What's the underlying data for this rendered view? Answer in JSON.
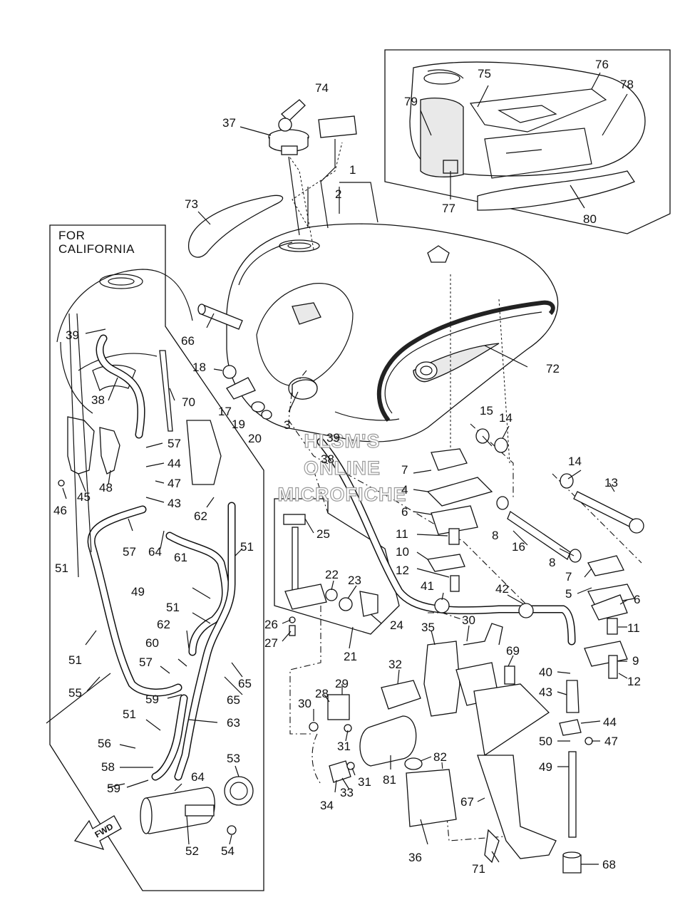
{
  "watermark": {
    "line1": "HLSM'S",
    "line2": "ONLINE",
    "line3": "MICROFICHE"
  },
  "california_box": {
    "title_line1": "FOR",
    "title_line2": "CALIFORNIA"
  },
  "fwd_arrow": {
    "label": "FWD"
  },
  "callouts": {
    "c1": "1",
    "c2": "2",
    "c3": "3",
    "c4": "4",
    "c5": "5",
    "c6a": "6",
    "c6b": "6",
    "c7a": "7",
    "c7b": "7",
    "c8a": "8",
    "c8b": "8",
    "c9": "9",
    "c10": "10",
    "c11a": "11",
    "c11b": "11",
    "c12a": "12",
    "c12b": "12",
    "c13": "13",
    "c14a": "14",
    "c14b": "14",
    "c15": "15",
    "c16": "16",
    "c17": "17",
    "c18": "18",
    "c19": "19",
    "c20": "20",
    "c21": "21",
    "c22": "22",
    "c23": "23",
    "c24": "24",
    "c25": "25",
    "c26": "26",
    "c27": "27",
    "c28": "28",
    "c29": "29",
    "c30a": "30",
    "c30b": "30",
    "c31a": "31",
    "c31b": "31",
    "c32": "32",
    "c33": "33",
    "c34": "34",
    "c35": "35",
    "c36": "36",
    "c37": "37",
    "c38a": "38",
    "c38b": "38",
    "c39a": "39",
    "c39b": "39",
    "c40": "40",
    "c41": "41",
    "c42": "42",
    "c43a": "43",
    "c43b": "43",
    "c44a": "44",
    "c44b": "44",
    "c45": "45",
    "c46": "46",
    "c47a": "47",
    "c47b": "47",
    "c48": "48",
    "c49a": "49",
    "c49b": "49",
    "c50": "50",
    "c51a": "51",
    "c51b": "51",
    "c51c": "51",
    "c51d": "51",
    "c52": "52",
    "c53": "53",
    "c54": "54",
    "c55": "55",
    "c56": "56",
    "c57a": "57",
    "c57b": "57",
    "c57c": "57",
    "c58": "58",
    "c59a": "59",
    "c59b": "59",
    "c60": "60",
    "c61": "61",
    "c62a": "62",
    "c62b": "62",
    "c63": "63",
    "c64a": "64",
    "c64b": "64",
    "c65a": "65",
    "c65b": "65",
    "c66": "66",
    "c67": "67",
    "c68": "68",
    "c69": "69",
    "c70": "70",
    "c71": "71",
    "c72": "72",
    "c73": "73",
    "c74": "74",
    "c75": "75",
    "c76": "76",
    "c77": "77",
    "c78": "78",
    "c79": "79",
    "c80": "80",
    "c81": "81",
    "c82": "82"
  }
}
